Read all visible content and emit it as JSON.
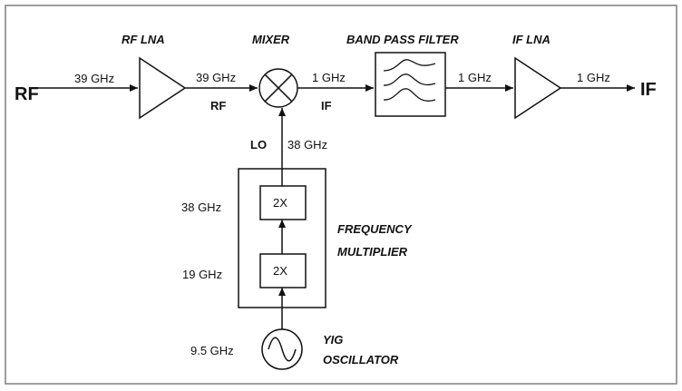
{
  "labels": {
    "rf_lna": "RF LNA",
    "mixer": "MIXER",
    "band_pass_filter": "BAND PASS FILTER",
    "if_lna": "IF LNA",
    "frequency_multiplier_line1": "FREQUENCY",
    "frequency_multiplier_line2": "MULTIPLIER",
    "yig_line1": "YIG",
    "yig_line2": "OSCILLATOR"
  },
  "ports": {
    "input": "RF",
    "output": "IF"
  },
  "signals": {
    "rf_mixer_input": "RF",
    "if_mixer_output": "IF",
    "lo": "LO"
  },
  "frequencies": {
    "rf_in": "39 GHz",
    "rf_lna_out": "39 GHz",
    "mixer_out": "1 GHz",
    "filter_out": "1 GHz",
    "if_out": "1 GHz",
    "lo": "38 GHz",
    "mult_stage2": "38 GHz",
    "mult_stage1": "19 GHz",
    "yig": "9.5 GHz"
  },
  "multiplier": {
    "stage1": "2X",
    "stage2": "2X"
  },
  "colors": {
    "line": "#111111",
    "frame": "#7f7f7f"
  }
}
